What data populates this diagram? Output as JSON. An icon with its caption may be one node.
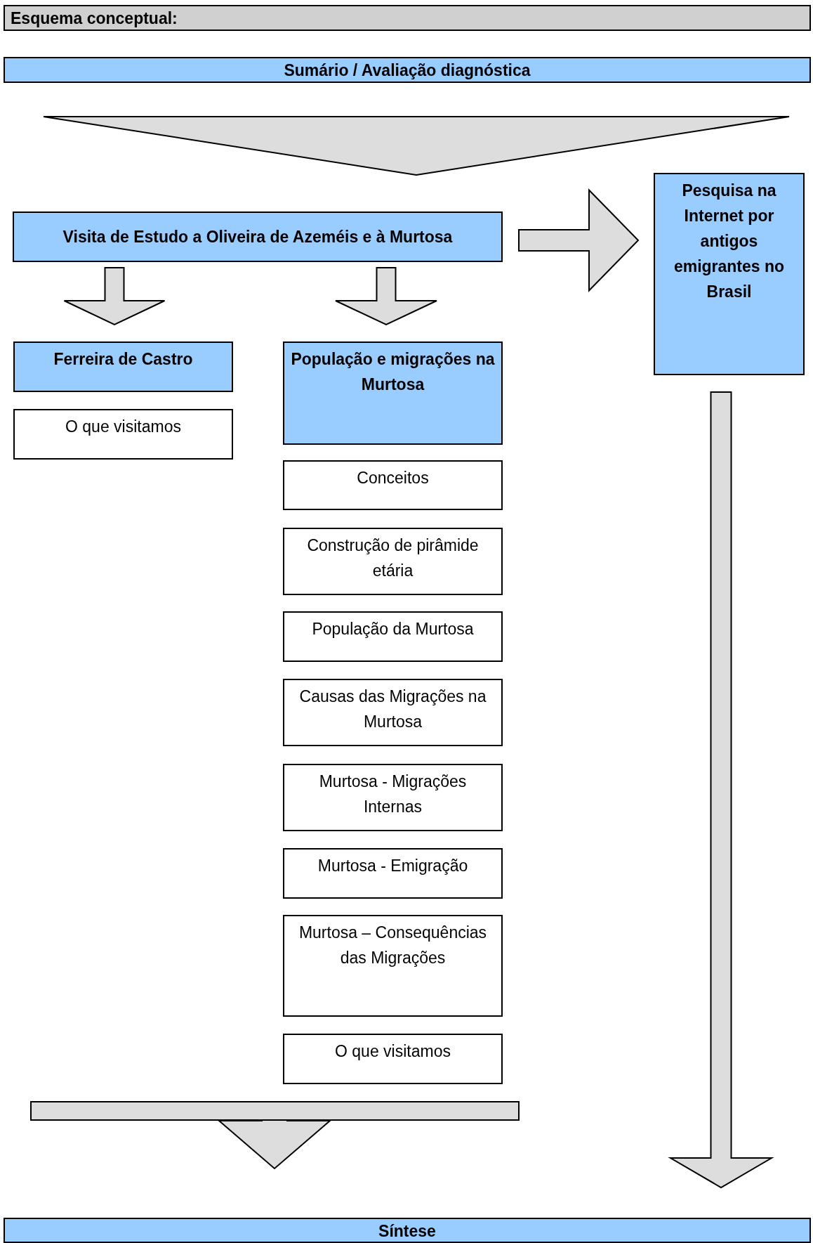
{
  "diagram": {
    "nodes": [
      {
        "text": [
          "Esquema conceptual:"
        ]
      },
      {
        "text": [
          "Sumário / Avaliação diagnóstica"
        ]
      },
      {
        "text": [],
        "shape": "triangle"
      },
      {
        "text": [
          "Visita de Estudo a Oliveira de Azeméis e à Murtosa"
        ]
      },
      {
        "text": [
          "Pesquisa na Internet por antigos emigrantes no Brasil"
        ]
      },
      {
        "text": [
          "Ferreira de Castro"
        ]
      },
      {
        "text": [
          "O que visitamos"
        ]
      },
      {
        "text": [
          "População e migrações na Murtosa"
        ]
      },
      {
        "text": [
          "Conceitos"
        ]
      },
      {
        "text": [
          "Construção de pirâmide etária"
        ]
      },
      {
        "text": [
          "População da Murtosa"
        ]
      },
      {
        "text": [
          "Causas das Migrações na Murtosa"
        ]
      },
      {
        "text": [
          "Murtosa - Migrações Internas"
        ]
      },
      {
        "text": [
          "Murtosa - Emigração"
        ]
      },
      {
        "text": [
          "Murtosa – Consequências das Migrações"
        ]
      },
      {
        "text": [
          "O que visitamos"
        ]
      },
      {
        "text": [],
        "shape": "bar"
      },
      {
        "text": [
          "Síntese"
        ]
      }
    ],
    "edges": [
      {
        "from": 3,
        "to": 4,
        "arrow": "to"
      },
      {
        "from": 3,
        "to": 5,
        "arrow": "to"
      },
      {
        "from": 3,
        "to": 7,
        "arrow": "to"
      },
      {
        "from": 16,
        "to": 17,
        "arrow": "to"
      },
      {
        "from": 4,
        "to": 17,
        "arrow": "to"
      }
    ]
  }
}
